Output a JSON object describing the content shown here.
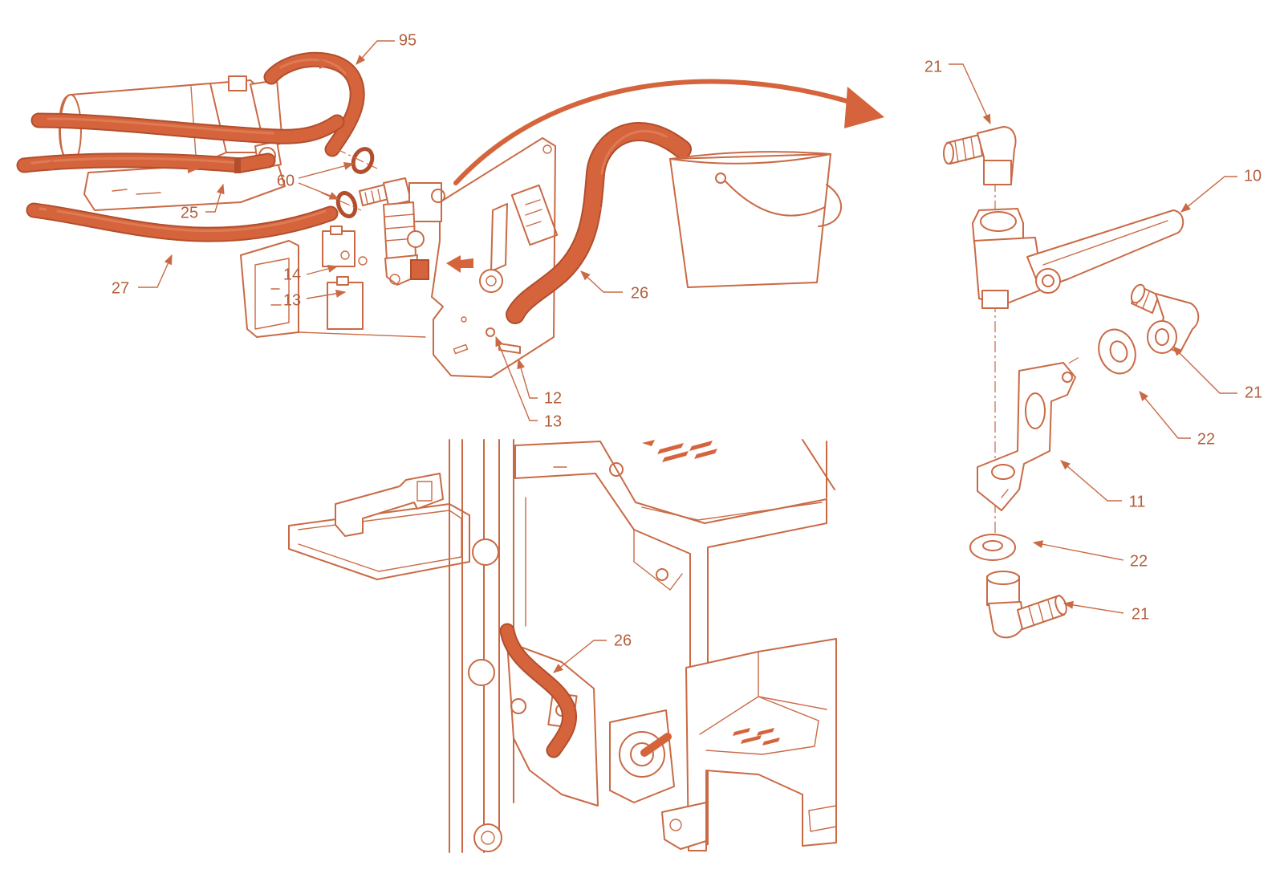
{
  "callouts": [
    "95",
    "60",
    "25",
    "27",
    "14",
    "13",
    "26",
    "12",
    "13",
    "21",
    "10",
    "21",
    "22",
    "11",
    "22",
    "21",
    "26"
  ],
  "colors": {
    "line": "#c96a45",
    "hose": "#d5643d",
    "hose_edge": "#b24e2c",
    "label": "#b35f3b",
    "background": "#ffffff"
  }
}
